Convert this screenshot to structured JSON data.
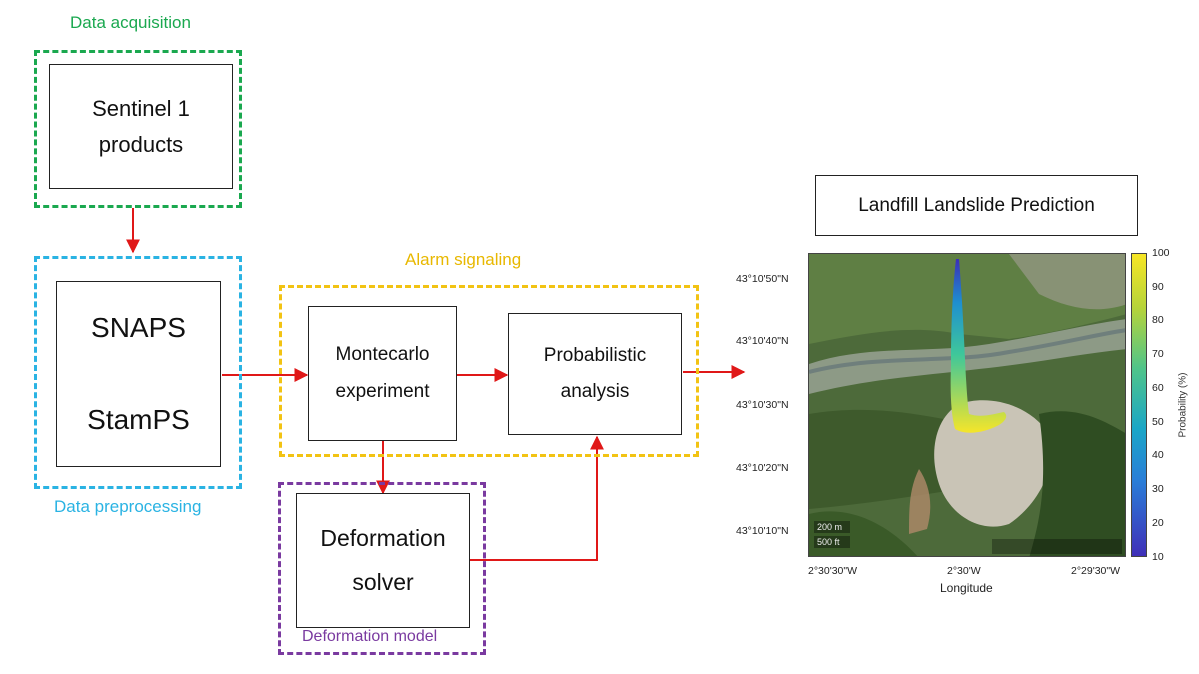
{
  "colors": {
    "acquisition": "#1aa84f",
    "preprocessing": "#2ab3e3",
    "alarm": "#f2c313",
    "deformation": "#7a3aa0",
    "arrow": "#e01818"
  },
  "groups": {
    "acquisition": {
      "label": "Data acquisition"
    },
    "preprocessing": {
      "label": "Data preprocessing"
    },
    "alarm": {
      "label": "Alarm signaling"
    },
    "deformation": {
      "label": "Deformation model"
    }
  },
  "boxes": {
    "sentinel": {
      "line1": "Sentinel 1",
      "line2": "products"
    },
    "snaps": {
      "line1": "SNAPS",
      "line2": "StamPS"
    },
    "montecarlo": {
      "line1": "Montecarlo",
      "line2": "experiment"
    },
    "probabilistic": {
      "line1": "Probabilistic",
      "line2": "analysis"
    },
    "solver": {
      "line1": "Deformation",
      "line2": "solver"
    }
  },
  "prediction": {
    "title": "Landfill Landslide Prediction",
    "y_ticks": [
      "43°10'50\"N",
      "43°10'40\"N",
      "43°10'30\"N",
      "43°10'20\"N",
      "43°10'10\"N"
    ],
    "x_ticks": [
      "2°30'30\"W",
      "2°30'W",
      "2°29'30\"W"
    ],
    "x_label": "Longitude",
    "colorbar_label": "Probability (%)",
    "colorbar_ticks": [
      "100",
      "90",
      "80",
      "70",
      "60",
      "50",
      "40",
      "30",
      "20",
      "10"
    ],
    "scale_m": "200 m",
    "scale_ft": "500 ft"
  }
}
